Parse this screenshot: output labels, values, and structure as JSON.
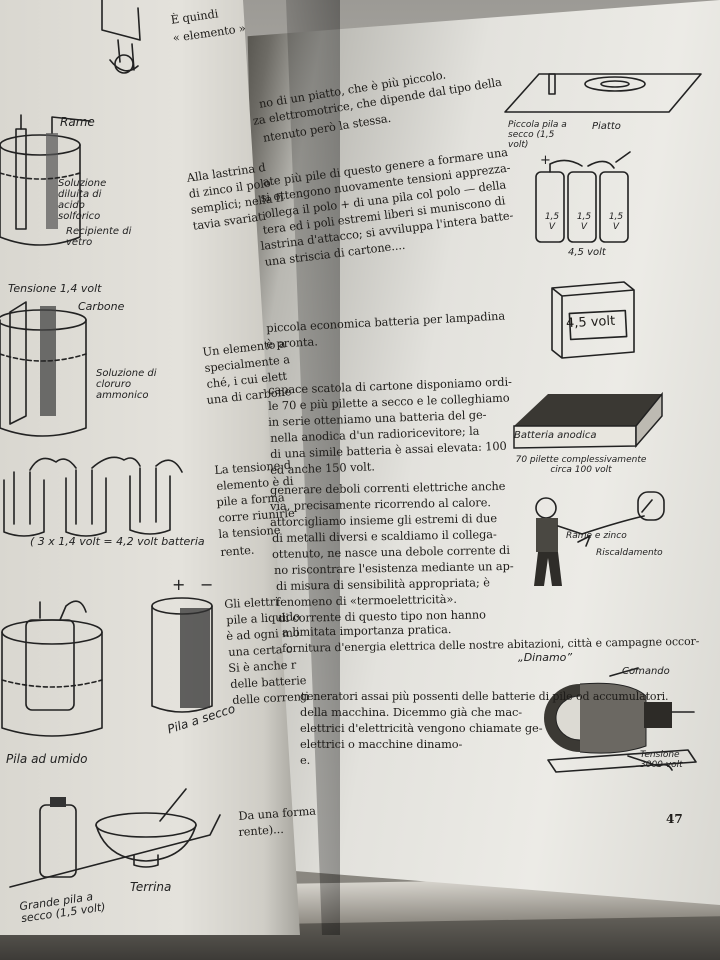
{
  "page_number": "47",
  "left_page": {
    "fragments": [
      "È quindi",
      "« elemento »",
      "Alla lastrina d",
      "di zinco il polo",
      "semplici; nella fi",
      "tavia svariati",
      "Un elemento a",
      "specialmente a",
      "ché, i cui elett",
      "una di carbone",
      "La tensione d",
      "elemento è di",
      "pile a forma",
      "corre riunirle",
      "la tensione",
      "rente.",
      "Gli elettri",
      "pile a liquido",
      "è ad ogni mo",
      "una certa c",
      "Si è anche r",
      "delle batterie",
      "delle correnti",
      "Da una forma",
      "rente)..."
    ],
    "labels": {
      "rame": "Rame",
      "soluzione_acido": "Soluzione diluita di acido solforico",
      "recipiente": "Recipiente di vetro",
      "tensione": "Tensione 1,4 volt",
      "carbone": "Carbone",
      "soluzione_cloruro": "Soluzione di cloruro ammonico",
      "batteria": "( 3 x 1,4 volt = 4,2 volt batteria",
      "pila_umido": "Pila ad umido",
      "pila_secco": "Pila a secco",
      "grande_pila": "Grande pila a secco (1,5 volt)",
      "terrina": "Terrina"
    }
  },
  "right_page": {
    "text_blocks": [
      "no di un piatto, che è più piccolo.",
      "za elettromotrice, che dipende dal tipo della",
      "ntenuto però la stessa.",
      "ate più pile di questo genere a formare una",
      "si ottengono nuovamente tensioni apprezza-",
      "ollega il polo + di una pila col polo — della",
      "tera ed i poli estremi liberi si muniscono di",
      "lastrina d'attacco; si avviluppa l'intera batte-",
      "una striscia di cartone....",
      "piccola economica batteria per lampadina",
      "è pronta.",
      "capace scatola di cartone disponiamo ordi-",
      "le 70 e più pilette a secco e le colleghiamo",
      "in serie otteniamo una batteria del ge-",
      "nella anodica d'un radioricevitore; la",
      "di una simile batteria è assai elevata: 100",
      "ed anche 150 volt.",
      "generare deboli correnti elettriche anche",
      "via, precisamente ricorrendo al calore.",
      "attorcigliamo insieme gli estremi di due",
      "di metalli diversi e scaldiamo il collega-",
      "ottenuto, ne nasce una debole corrente di",
      "no riscontrare l'esistenza mediante un ap-",
      "di misura di sensibilità appropriata; è",
      "fenomeno di «termoelettricità».",
      "di corrente di questo tipo non hanno",
      "a limitata importanza pratica.",
      "fornitura d'energia elettrica delle nostre abitazioni, città e campagne occor-",
      "generatori assai più possenti delle batterie di pile od accumulatori.",
      "della macchina. Dicemmo già che mac-",
      "elettrici d'elettricità vengono chiamate ge-",
      "elettrici o macchine dinamo-",
      "e."
    ],
    "labels": {
      "piccola_pila": "Piccola pila a secco (1,5 volt)",
      "piatto": "Piatto",
      "v15": "1,5 V",
      "v45": "4,5 volt",
      "box45": "4,5 volt",
      "batteria_anodica": "Batteria anodica",
      "pilette": "70 pilette complessivamente circa 100 volt",
      "rame_zinco": "Rame e zinco",
      "riscaldamento": "Riscaldamento",
      "dinamo": "„Dinamo”",
      "comando": "Comando",
      "tensione_dinamo": "Tensione 3000 volt"
    }
  }
}
